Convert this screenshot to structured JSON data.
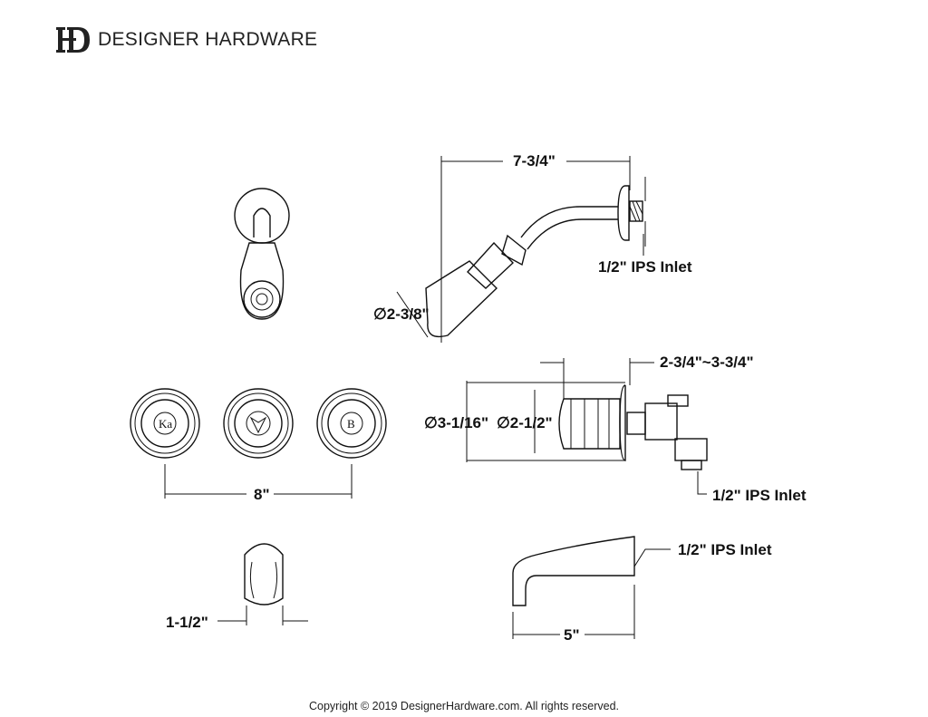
{
  "brand": {
    "logo": "DH",
    "name": "DESIGNER HARDWARE"
  },
  "dimensions": {
    "shower_arm_length": "7-3/4\"",
    "shower_inlet": "1/2\" IPS Inlet",
    "shower_head_diameter": "∅2-3/8\"",
    "valve_depth": "2-3/4\"~3-3/4\"",
    "escutcheon_diameter": "∅3-1/16\"",
    "handle_diameter": "∅2-1/2\"",
    "valve_inlet": "1/2\" IPS Inlet",
    "handle_spacing": "8\"",
    "spout_width": "1-1/2\"",
    "spout_inlet": "1/2\" IPS Inlet",
    "spout_length": "5\""
  },
  "footer": {
    "copyright": "Copyright © 2019 DesignerHardware.com. All rights reserved."
  }
}
